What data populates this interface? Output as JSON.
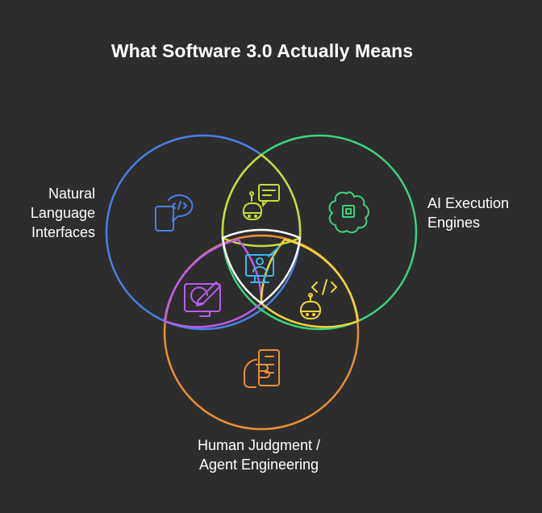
{
  "title": "What Software 3.0 Actually Means",
  "sets": {
    "natural_language": {
      "lines": [
        "Natural",
        "Language",
        "Interfaces"
      ],
      "color": "#4a7fe0"
    },
    "ai_execution": {
      "lines": [
        "AI Execution",
        "Engines"
      ],
      "color": "#3ed17a"
    },
    "human_judgment": {
      "lines": [
        "Human Judgment /",
        "Agent Engineering"
      ],
      "color": "#e8903a"
    }
  },
  "intersection_colors": {
    "language_ai": "#c8dd3a",
    "language_human": "#b85ce8",
    "ai_human": "#f0d53a",
    "center": "#ffffff"
  },
  "icons": {
    "natural_language": "code-speech-phone-icon",
    "ai_execution": "brain-chip-icon",
    "human_judgment": "hand-phone-icon",
    "language_ai": "robot-chat-icon",
    "language_human": "pen-tablet-icon",
    "ai_human": "robot-code-icon",
    "center": "monitor-user-icon"
  }
}
